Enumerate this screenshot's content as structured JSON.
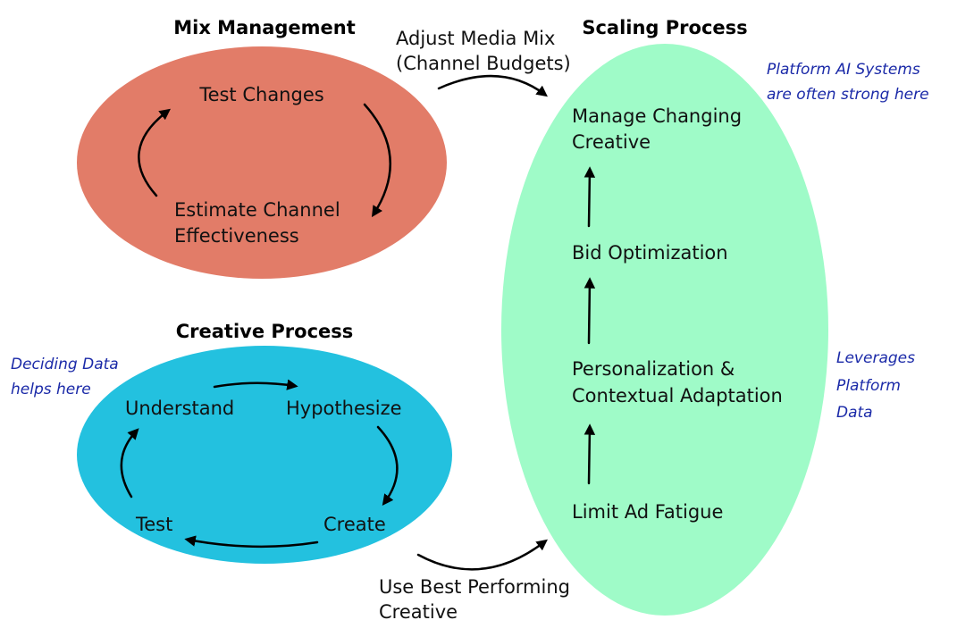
{
  "colors": {
    "mix_ellipse": "#e27c68",
    "creative_ellipse": "#23c1df",
    "scaling_ellipse": "#9ffbc8",
    "note_ink": "#1b2aa8"
  },
  "mix": {
    "title": "Mix Management",
    "test_changes": "Test Changes",
    "estimate_line1": "Estimate Channel",
    "estimate_line2": "Effectiveness"
  },
  "creative": {
    "title": "Creative Process",
    "understand": "Understand",
    "hypothesize": "Hypothesize",
    "test": "Test",
    "create": "Create"
  },
  "scaling": {
    "title": "Scaling Process",
    "manage_line1": "Manage Changing",
    "manage_line2": "Creative",
    "bid": "Bid Optimization",
    "personalization_line1": "Personalization &",
    "personalization_line2": "Contextual Adaptation",
    "limit": "Limit Ad Fatigue"
  },
  "connectors": {
    "adjust_line1": "Adjust Media Mix",
    "adjust_line2": "(Channel Budgets)",
    "use_best_line1": "Use Best Performing",
    "use_best_line2": "Creative"
  },
  "notes": {
    "platform_ai_line1": "Platform AI Systems",
    "platform_ai_line2": "are often strong here",
    "deciding_line1": "Deciding Data",
    "deciding_line2": "helps here",
    "leverages_line1": "Leverages",
    "leverages_line2": "Platform",
    "leverages_line3": "Data"
  }
}
